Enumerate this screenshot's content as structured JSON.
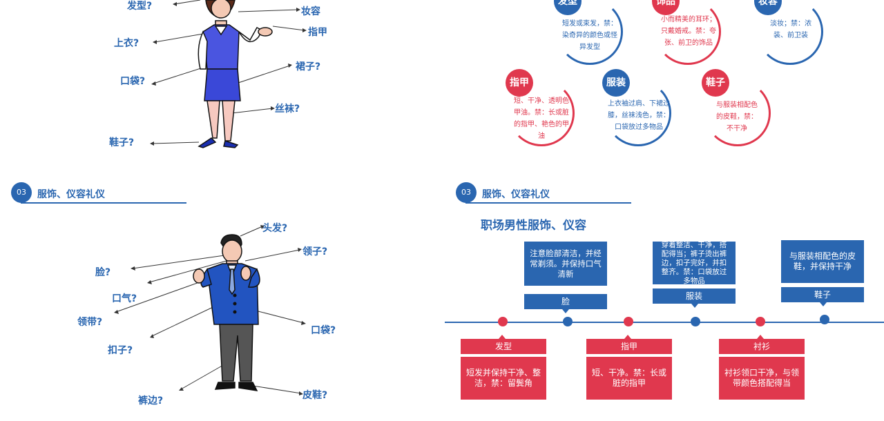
{
  "female": {
    "labels": [
      "发型?",
      "妆容",
      "指甲",
      "上衣?",
      "裙子?",
      "口袋?",
      "丝袜?",
      "鞋子?"
    ]
  },
  "female_circles": [
    {
      "badge": "发型",
      "text": "短发或束发，禁：染奇异的颜色或怪异发型",
      "color": "b"
    },
    {
      "badge": "饰品",
      "text": "小而精美的耳环；只戴婚戒。禁：夸张、前卫的饰品",
      "color": "r"
    },
    {
      "badge": "妆容",
      "text": "淡妆；禁：浓装、前卫装",
      "color": "b"
    },
    {
      "badge": "指甲",
      "text": "短、干净、透明色甲油。禁：长或脏的指甲、艳色的甲油",
      "color": "r"
    },
    {
      "badge": "服装",
      "text": "上衣袖过肩、下裙过膝，丝袜浅色，禁：口袋放过多物品",
      "color": "b"
    },
    {
      "badge": "鞋子",
      "text": "与服装相配色的皮鞋，禁：不干净",
      "color": "r"
    }
  ],
  "section_left": {
    "num": "03",
    "title": "服饰、仪容礼仪"
  },
  "section_right": {
    "num": "03",
    "title": "服饰、仪容礼仪"
  },
  "male": {
    "labels": [
      "头发?",
      "领子?",
      "脸?",
      "口气?",
      "领带?",
      "口袋?",
      "扣子?",
      "裤边?",
      "皮鞋?"
    ]
  },
  "timeline": {
    "title": "职场男性服饰、仪容",
    "top": [
      {
        "tag": "脸",
        "text": "注意脸部清洁，并经常剃须。并保持口气清新"
      },
      {
        "tag": "服装",
        "text": "穿着整洁、干净，搭配得当；裤子烫出裤边，扣子完好，并扣整齐。禁：口袋放过多物品"
      },
      {
        "tag": "鞋子",
        "text": "与服装相配色的皮鞋，并保持干净"
      }
    ],
    "bottom": [
      {
        "tag": "发型",
        "text": "短发并保持干净、整洁，禁：留鬓角"
      },
      {
        "tag": "指甲",
        "text": "短、干净。禁：长或脏的指甲"
      },
      {
        "tag": "衬衫",
        "text": "衬衫领口干净，与领带颜色搭配得当"
      }
    ]
  }
}
